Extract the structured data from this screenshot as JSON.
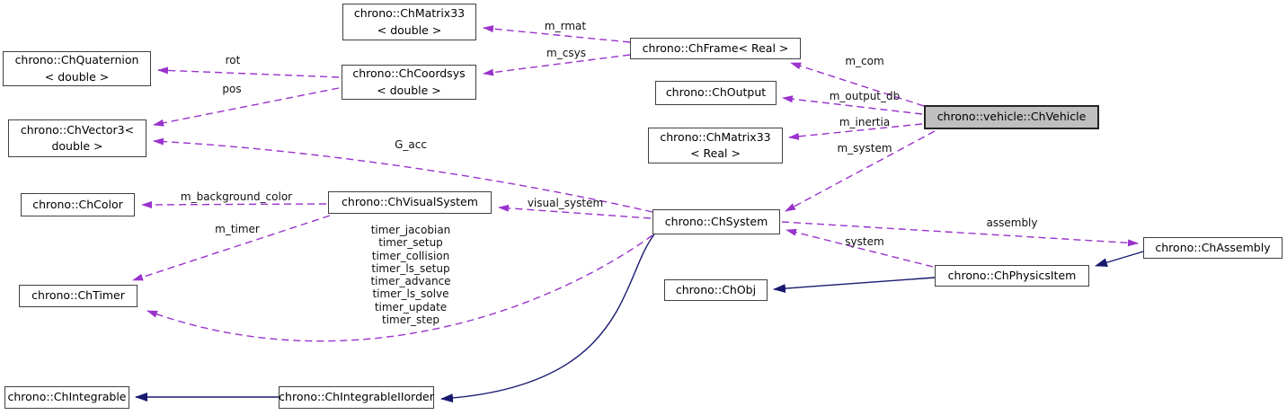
{
  "diagram": {
    "type": "class-collaboration-graph",
    "focus_class": "chrono::vehicle::ChVehicle"
  },
  "colors": {
    "relation_edge": "#9a32cd",
    "inheritance_edge": "#191970",
    "node_border": "#404040",
    "node_fill": "#ffffff",
    "highlight_fill": "#bfbfbf",
    "background": "#ffffff"
  },
  "nodes": {
    "matrix33_double": {
      "line1": "chrono::ChMatrix33",
      "line2": "< double >"
    },
    "quaternion_double": {
      "line1": "chrono::ChQuaternion",
      "line2": "< double >"
    },
    "coordsys_double": {
      "line1": "chrono::ChCoordsys",
      "line2": "< double >"
    },
    "vector3_double": {
      "line1": "chrono::ChVector3<",
      "line2": "double >"
    },
    "frame_real": {
      "line1": "chrono::ChFrame< Real >"
    },
    "output": {
      "line1": "chrono::ChOutput"
    },
    "matrix33_real": {
      "line1": "chrono::ChMatrix33",
      "line2": "< Real >"
    },
    "vehicle": {
      "line1": "chrono::vehicle::ChVehicle"
    },
    "color": {
      "line1": "chrono::ChColor"
    },
    "visual_system": {
      "line1": "chrono::ChVisualSystem"
    },
    "system": {
      "line1": "chrono::ChSystem"
    },
    "timer": {
      "line1": "chrono::ChTimer"
    },
    "obj": {
      "line1": "chrono::ChObj"
    },
    "physics_item": {
      "line1": "chrono::ChPhysicsItem"
    },
    "assembly": {
      "line1": "chrono::ChAssembly"
    },
    "integrable": {
      "line1": "chrono::ChIntegrable"
    },
    "integrable_iiorder": {
      "line1": "chrono::ChIntegrableIIorder"
    }
  },
  "edge_labels": {
    "m_rmat": "m_rmat",
    "m_csys": "m_csys",
    "rot": "rot",
    "pos": "pos",
    "g_acc": "G_acc",
    "m_com": "m_com",
    "m_output_db": "m_output_db",
    "m_inertia": "m_inertia",
    "m_system": "m_system",
    "m_background_color": "m_background_color",
    "m_timer": "m_timer",
    "visual_system": "visual_system",
    "timer_list": "timer_jacobian\ntimer_setup\ntimer_collision\ntimer_ls_setup\ntimer_advance\ntimer_ls_solve\ntimer_update\ntimer_step",
    "system": "system",
    "assembly": "assembly"
  }
}
